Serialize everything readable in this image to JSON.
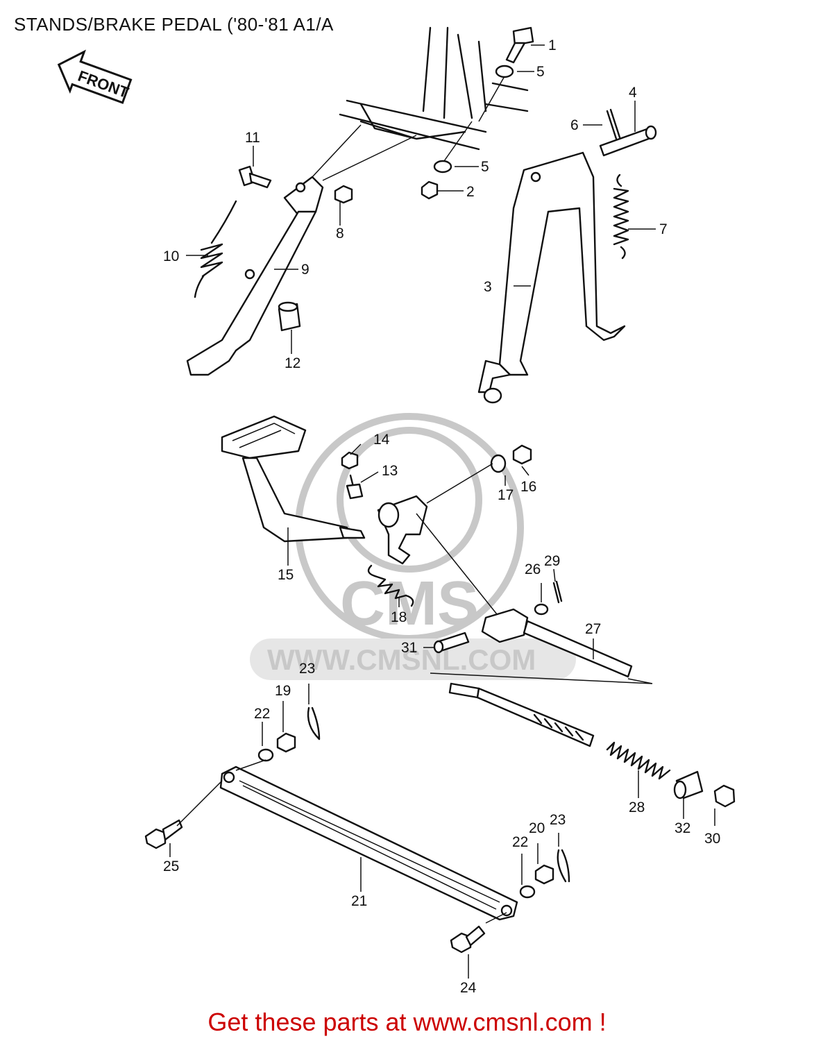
{
  "title": "STANDS/BRAKE PEDAL ('80-'81 A1/A",
  "footer": "Get these parts at www.cmsnl.com !",
  "front_arrow_label": "FRONT",
  "watermark": {
    "logo_text": "CMS",
    "url_text": "WWW.CMSNL.COM"
  },
  "callouts": [
    "1",
    "5",
    "4",
    "6",
    "5",
    "2",
    "7",
    "11",
    "8",
    "10",
    "9",
    "3",
    "12",
    "14",
    "13",
    "16",
    "17",
    "15",
    "18",
    "26",
    "29",
    "27",
    "31",
    "23",
    "19",
    "22",
    "28",
    "32",
    "30",
    "25",
    "23",
    "20",
    "22",
    "21",
    "24"
  ],
  "colors": {
    "footer": "#cc0000",
    "line": "#111111",
    "watermark": "#c8c8c8"
  }
}
